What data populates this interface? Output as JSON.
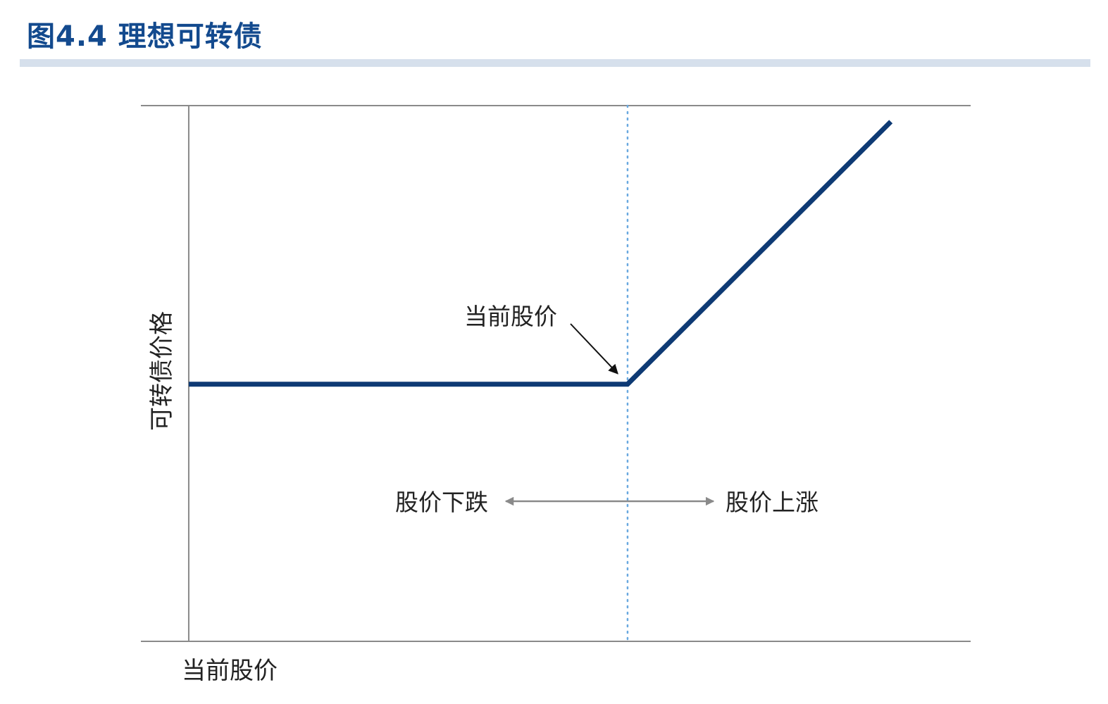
{
  "figure": {
    "title": "图4.4 理想可转债"
  },
  "colors": {
    "title": "#134a8e",
    "title_rule": "#d6e0ec",
    "payoff_line": "#0e3a74",
    "axis": "#8a8a8a",
    "current_price_marker": "#6aa9e0",
    "text": "#222222"
  },
  "chart_data": {
    "type": "line",
    "title": "",
    "xlabel": "当前股价",
    "ylabel": "可转债价格",
    "ticks": false,
    "grid": false,
    "series": [
      {
        "x": [
          0,
          55,
          88
        ],
        "y": [
          48,
          48,
          97
        ]
      }
    ],
    "xlim": [
      -6,
      98
    ],
    "ylim": [
      0,
      100
    ],
    "current_price_x": 55,
    "annotations": [
      {
        "text": "当前股价",
        "points_to": [
          55,
          48
        ]
      },
      {
        "text": "股价下跌",
        "direction": "left"
      },
      {
        "text": "股价上涨",
        "direction": "right"
      }
    ]
  }
}
